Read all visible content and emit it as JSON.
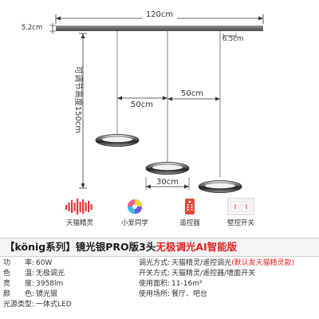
{
  "dimensions": {
    "bar_width": "120cm",
    "canopy_height": "5.2cm",
    "canopy_width": "6.5cm",
    "adjustable_height": "可调节高度150cm",
    "spacing_left": "50cm",
    "spacing_right": "50cm",
    "ring_diameter": "30cm"
  },
  "apps": [
    {
      "label": "天猫精灵",
      "icon": "tmall-genie-icon"
    },
    {
      "label": "小爱同学",
      "icon": "xiaoai-icon"
    },
    {
      "label": "遥控器",
      "icon": "remote-icon"
    },
    {
      "label": "壁控开关",
      "icon": "wall-switch-icon"
    }
  ],
  "banner": {
    "part1": "【könig系列】",
    "part2": "镜光银PRO版3头",
    "part3": "无极调光AI智能版"
  },
  "specs": {
    "left": [
      {
        "label": "功　　率:",
        "value": "60W"
      },
      {
        "label": "色　　温:",
        "value": "无极调光"
      },
      {
        "label": "亮　　度:",
        "value": "3958lm"
      },
      {
        "label": "颜　　色:",
        "value": "镜光银"
      },
      {
        "label": "光源类型:",
        "value": "一体式LED"
      }
    ],
    "right": [
      {
        "label": "调光方式:",
        "value": "天猫精灵/遥控调光",
        "note": "(默认发天猫精灵款)"
      },
      {
        "label": "开关方式:",
        "value": "天猫精灵/遥控器/墙面开关"
      },
      {
        "label": "使用面积:",
        "value": "11-16m²"
      },
      {
        "label": "使用场所:",
        "value": "餐厅、吧台"
      }
    ]
  },
  "colors": {
    "accent_red": "#e02020",
    "chrome": "#5a5a5a"
  }
}
